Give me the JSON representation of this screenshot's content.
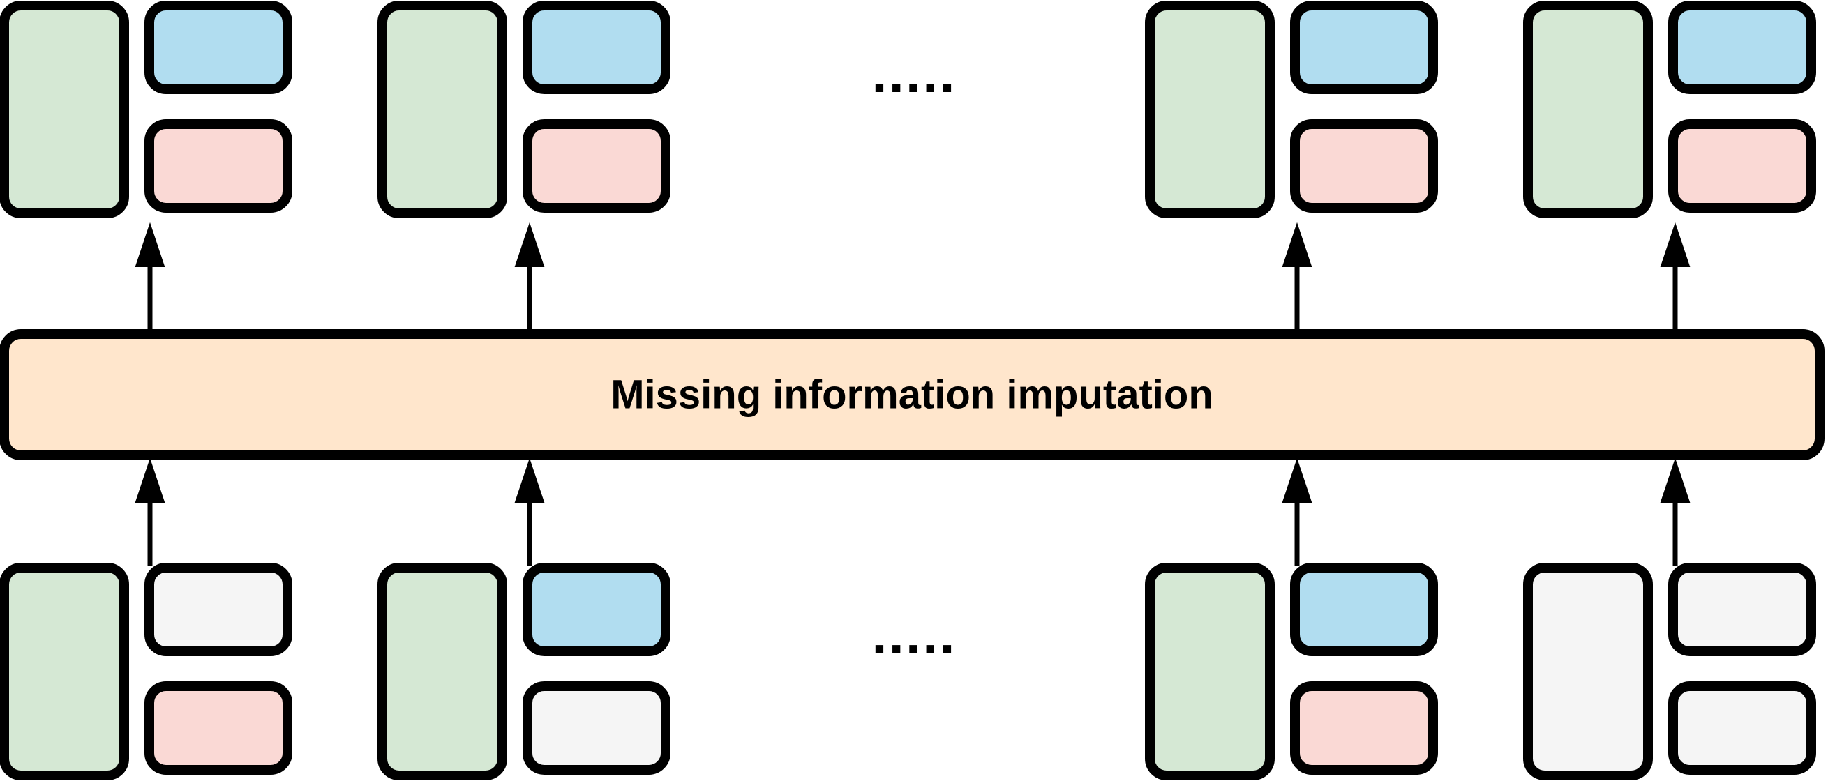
{
  "imputation_label": "Missing information imputation",
  "ellipsis": ".....",
  "colors": {
    "green": "#d5e8d4",
    "blue": "#b1ddf0",
    "red": "#fad9d5",
    "missing": "#f5f5f5",
    "banner": "#ffe6cc",
    "stroke": "#000000"
  },
  "output_groups": [
    {
      "tall": "green",
      "top": "blue",
      "bottom": "red"
    },
    {
      "tall": "green",
      "top": "blue",
      "bottom": "red"
    },
    {
      "tall": "green",
      "top": "blue",
      "bottom": "red"
    },
    {
      "tall": "green",
      "top": "blue",
      "bottom": "red"
    }
  ],
  "input_groups": [
    {
      "tall": "green",
      "top": "missing",
      "bottom": "red"
    },
    {
      "tall": "green",
      "top": "blue",
      "bottom": "missing"
    },
    {
      "tall": "green",
      "top": "blue",
      "bottom": "red"
    },
    {
      "tall": "missing",
      "top": "missing",
      "bottom": "missing"
    }
  ]
}
